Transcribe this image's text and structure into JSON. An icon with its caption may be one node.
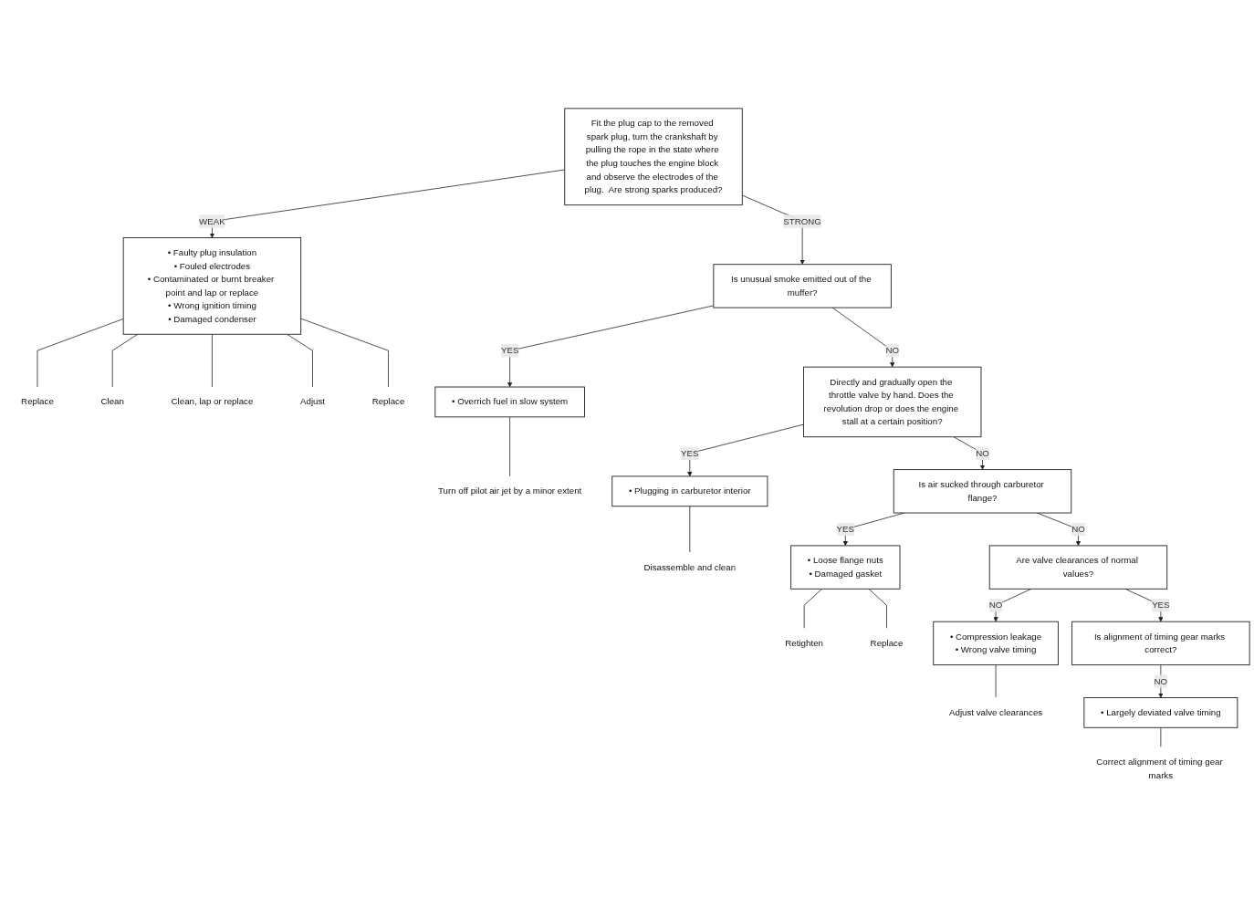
{
  "diagram": {
    "nodes": [
      {
        "text": [
          "Fit the plug cap to the removed spark plug, turn the crankshaft by pulling the rope in the state where the plug touches the engine block and observe the electrodes of the plug.  Are strong sparks produced?"
        ]
      },
      {
        "text": [
          "• Faulty plug insulation",
          "• Fouled electrodes",
          "• Contaminated or burnt breaker point and lap or replace",
          "• Wrong ignition timing",
          "• Damaged condenser"
        ]
      },
      {
        "text": [
          "Replace"
        ]
      },
      {
        "text": [
          "Clean"
        ]
      },
      {
        "text": [
          "Clean, lap or replace"
        ]
      },
      {
        "text": [
          "Adjust"
        ]
      },
      {
        "text": [
          "Replace"
        ]
      },
      {
        "text": [
          "Is unusual smoke emitted out of the muffer?"
        ]
      },
      {
        "text": [
          "• Overrich fuel in slow system"
        ]
      },
      {
        "text": [
          "Turn off pilot air jet by a minor extent"
        ]
      },
      {
        "text": [
          "Directly and gradually open the throttle valve by hand. Does the revolution drop or does the engine stall at a certain position?"
        ]
      },
      {
        "text": [
          "• Plugging in carburetor interior"
        ]
      },
      {
        "text": [
          "Disassemble and clean"
        ]
      },
      {
        "text": [
          "Is air sucked through carburetor flange?"
        ]
      },
      {
        "text": [
          "• Loose flange nuts",
          "• Damaged gasket"
        ]
      },
      {
        "text": [
          "Retighten"
        ]
      },
      {
        "text": [
          "Replace"
        ]
      },
      {
        "text": [
          "Are valve clearances of normal values?"
        ]
      },
      {
        "text": [
          "• Compression leakage",
          "• Wrong valve timing"
        ]
      },
      {
        "text": [
          "Adjust valve clearances"
        ]
      },
      {
        "text": [
          "Is alignment of timing gear marks correct?"
        ]
      },
      {
        "text": [
          "• Largely deviated valve timing"
        ]
      },
      {
        "text": [
          "Correct alignment of timing gear marks"
        ]
      }
    ],
    "edges": [
      {
        "from": 0,
        "to": 1,
        "arrow": "to",
        "label": "WEAK"
      },
      {
        "from": 0,
        "to": 7,
        "arrow": "to",
        "label": "STRONG"
      },
      {
        "from": 1,
        "to": 2,
        "arrow": "none"
      },
      {
        "from": 1,
        "to": 3,
        "arrow": "none"
      },
      {
        "from": 1,
        "to": 4,
        "arrow": "none"
      },
      {
        "from": 1,
        "to": 5,
        "arrow": "none"
      },
      {
        "from": 1,
        "to": 6,
        "arrow": "none"
      },
      {
        "from": 7,
        "to": 8,
        "arrow": "to",
        "label": "YES"
      },
      {
        "from": 7,
        "to": 10,
        "arrow": "to",
        "label": "NO"
      },
      {
        "from": 8,
        "to": 9,
        "arrow": "none"
      },
      {
        "from": 10,
        "to": 11,
        "arrow": "to",
        "label": "YES"
      },
      {
        "from": 10,
        "to": 13,
        "arrow": "to",
        "label": "NO"
      },
      {
        "from": 11,
        "to": 12,
        "arrow": "none"
      },
      {
        "from": 13,
        "to": 14,
        "arrow": "to",
        "label": "YES"
      },
      {
        "from": 13,
        "to": 17,
        "arrow": "to",
        "label": "NO"
      },
      {
        "from": 14,
        "to": 15,
        "arrow": "none"
      },
      {
        "from": 14,
        "to": 16,
        "arrow": "none"
      },
      {
        "from": 17,
        "to": 18,
        "arrow": "to",
        "label": "NO"
      },
      {
        "from": 17,
        "to": 20,
        "arrow": "to",
        "label": "YES"
      },
      {
        "from": 18,
        "to": 19,
        "arrow": "none"
      },
      {
        "from": 20,
        "to": 21,
        "arrow": "to",
        "label": "NO"
      },
      {
        "from": 21,
        "to": 22,
        "arrow": "none"
      }
    ]
  }
}
